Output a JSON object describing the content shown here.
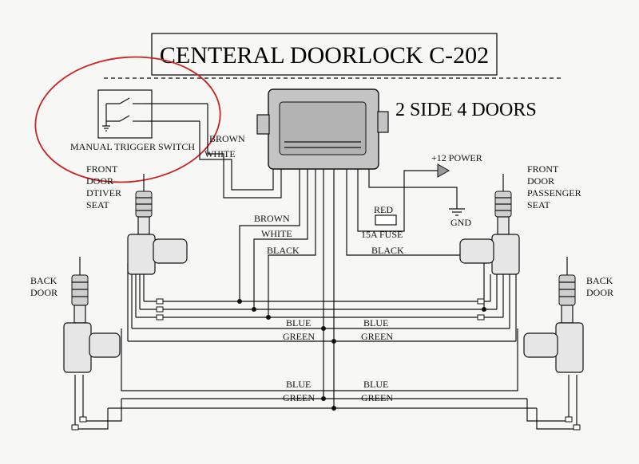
{
  "title": "CENTERAL DOORLOCK C-202",
  "subtitle": "2 SIDE 4 DOORS",
  "switch": {
    "label": "MANUAL TRIGGER SWITCH"
  },
  "power": {
    "plus12": "+12 POWER",
    "gnd": "GND",
    "fuse": "15A FUSE"
  },
  "wires": {
    "brown": "BROWN",
    "white": "WHITE",
    "black": "BLACK",
    "red": "RED",
    "blue": "BLUE",
    "green": "GREEN"
  },
  "doors": {
    "front_driver": [
      "FRONT",
      "DOOR",
      "DTIVER",
      "SEAT"
    ],
    "front_passenger": [
      "FRONT",
      "DOOR",
      "PASSENGER",
      "SEAT"
    ],
    "back_left": [
      "BACK",
      "DOOR"
    ],
    "back_right": [
      "BACK",
      "DOOR"
    ]
  },
  "colors": {
    "highlight_circle": "#cc2222",
    "unit_fill": "#c4c4c4"
  }
}
